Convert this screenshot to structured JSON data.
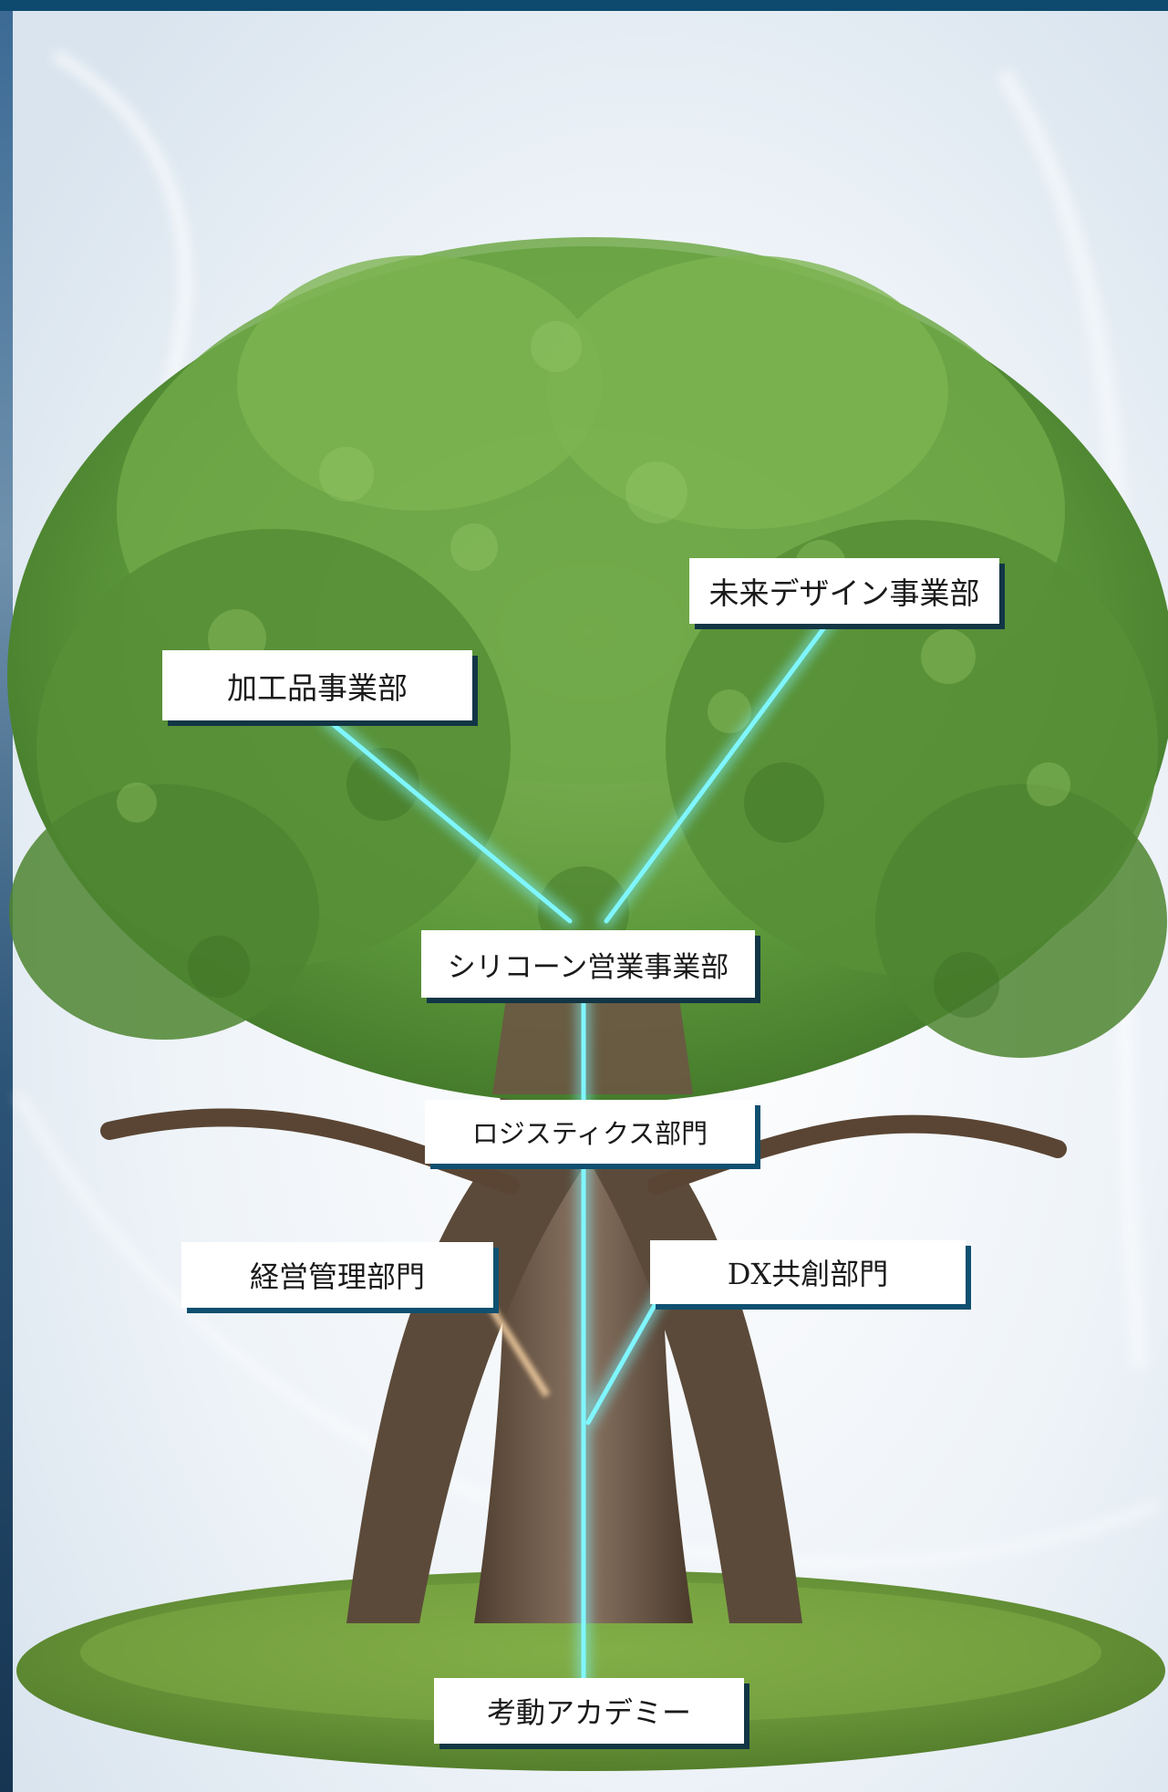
{
  "labels": {
    "kakouhin": "加工品事業部",
    "mirai": "未来デザイン事業部",
    "silicone": "シリコーン営業事業部",
    "logistics": "ロジスティクス部門",
    "keiei": "経営管理部門",
    "dx": "DX共創部門",
    "academy": "考動アカデミー"
  },
  "colors": {
    "accent": "#0d4a6e",
    "glow": "#7ff6ff",
    "foliage": "#5f9a3c",
    "trunk": "#6e5a48",
    "grass": "#6e9d3a"
  }
}
